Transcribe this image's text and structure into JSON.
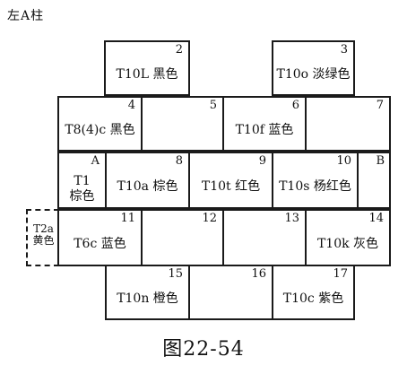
{
  "title": "左A柱",
  "caption": "图22-54",
  "cells": {
    "c2": {
      "num": "2",
      "label": "T10L 黑色"
    },
    "c3": {
      "num": "3",
      "label": "T10o 淡绿色"
    },
    "c4": {
      "num": "4",
      "label": "T8(4)c 黑色"
    },
    "c5": {
      "num": "5",
      "label": ""
    },
    "c6": {
      "num": "6",
      "label": "T10f 蓝色"
    },
    "c7": {
      "num": "7",
      "label": ""
    },
    "cA": {
      "letter": "A",
      "line1": "T1",
      "line2": "棕色"
    },
    "c8": {
      "num": "8",
      "label": "T10a 棕色"
    },
    "c9": {
      "num": "9",
      "label": "T10t 红色"
    },
    "c10": {
      "num": "10",
      "label": "T10s 杨红色"
    },
    "cB": {
      "letter": "B"
    },
    "c11": {
      "num": "11",
      "label": "T6c 蓝色"
    },
    "c12": {
      "num": "12",
      "label": ""
    },
    "c13": {
      "num": "13",
      "label": ""
    },
    "c14": {
      "num": "14",
      "label": "T10k 灰色"
    },
    "c15": {
      "num": "15",
      "label": "T10n 橙色"
    },
    "c16": {
      "num": "16",
      "label": ""
    },
    "c17": {
      "num": "17",
      "label": "T10c 紫色"
    },
    "t2a": {
      "line1": "T2a",
      "line2": "黄色"
    }
  }
}
